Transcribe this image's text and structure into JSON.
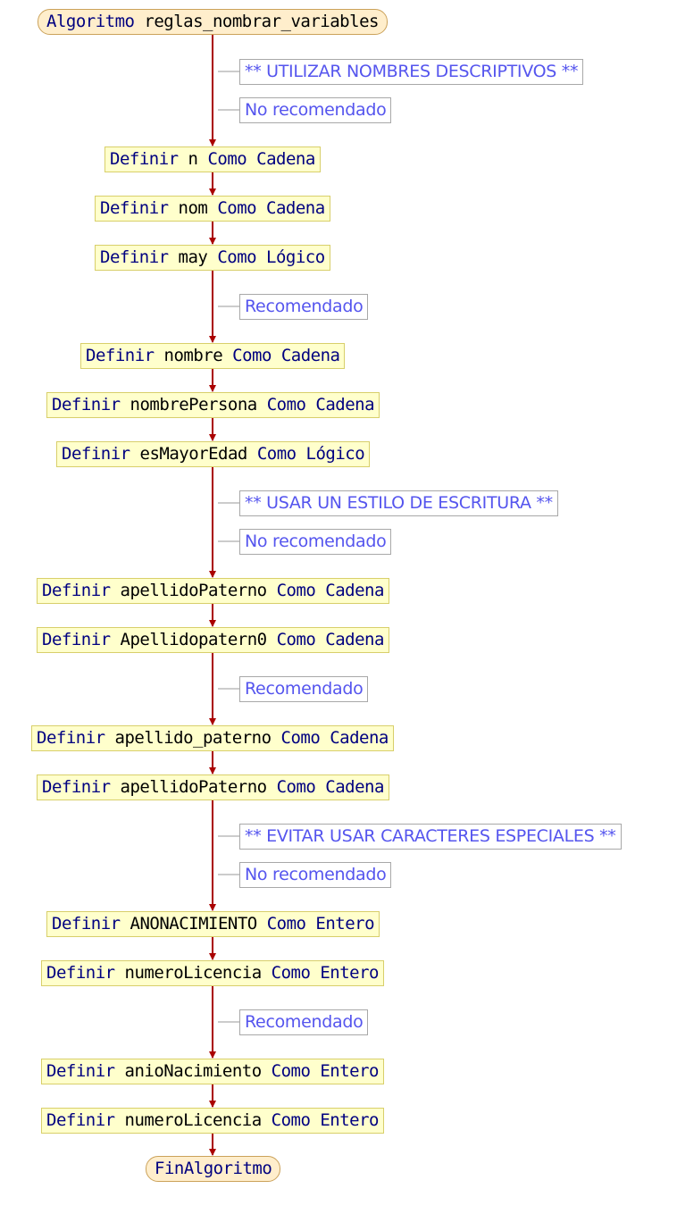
{
  "start": {
    "keyword": "Algoritmo",
    "name": "reglas_nombrar_variables"
  },
  "end": {
    "label": "FinAlgoritmo"
  },
  "keywords": {
    "define": "Definir",
    "as": "Como"
  },
  "nodes": [
    {
      "kind": "comment",
      "text": "** UTILIZAR NOMBRES DESCRIPTIVOS **"
    },
    {
      "kind": "comment",
      "text": "No recomendado"
    },
    {
      "kind": "define",
      "var": "n",
      "type": "Cadena"
    },
    {
      "kind": "define",
      "var": "nom",
      "type": "Cadena"
    },
    {
      "kind": "define",
      "var": "may",
      "type": "Lógico"
    },
    {
      "kind": "comment",
      "text": "Recomendado"
    },
    {
      "kind": "define",
      "var": "nombre",
      "type": "Cadena"
    },
    {
      "kind": "define",
      "var": "nombrePersona",
      "type": "Cadena"
    },
    {
      "kind": "define",
      "var": "esMayorEdad",
      "type": "Lógico"
    },
    {
      "kind": "comment",
      "text": "** USAR UN ESTILO DE ESCRITURA **"
    },
    {
      "kind": "comment",
      "text": "No recomendado"
    },
    {
      "kind": "define",
      "var": "apellidoPaterno",
      "type": "Cadena"
    },
    {
      "kind": "define",
      "var": "Apellidopatern0",
      "type": "Cadena"
    },
    {
      "kind": "comment",
      "text": "Recomendado"
    },
    {
      "kind": "define",
      "var": "apellido_paterno",
      "type": "Cadena"
    },
    {
      "kind": "define",
      "var": "apellidoPaterno",
      "type": "Cadena"
    },
    {
      "kind": "comment",
      "text": "** EVITAR USAR CARACTERES ESPECIALES **"
    },
    {
      "kind": "comment",
      "text": "No recomendado"
    },
    {
      "kind": "define",
      "var": "ANONACIMIENTO",
      "type": "Entero"
    },
    {
      "kind": "define",
      "var": "numeroLicencia",
      "type": "Entero"
    },
    {
      "kind": "comment",
      "text": "Recomendado"
    },
    {
      "kind": "define",
      "var": "anioNacimiento",
      "type": "Entero"
    },
    {
      "kind": "define",
      "var": "numeroLicencia",
      "type": "Entero"
    }
  ],
  "colors": {
    "flow_line": "#aa0000",
    "connector": "#999999",
    "keyword": "#000080",
    "identifier": "#000000",
    "comment_text": "#5555ee",
    "process_fill": "#ffffcc",
    "terminal_fill": "#ffeecc"
  }
}
